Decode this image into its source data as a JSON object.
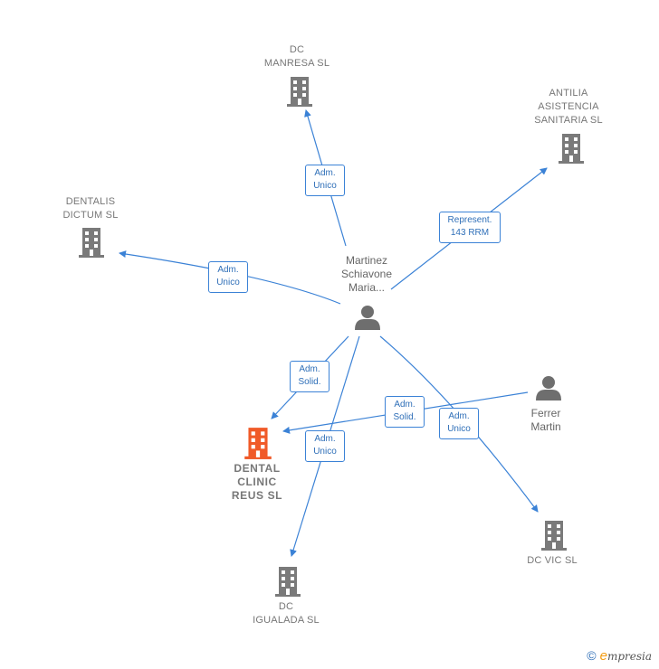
{
  "nodes": {
    "dc_manresa": {
      "label": "DC\nMANRESA  SL",
      "type": "company"
    },
    "antilia": {
      "label": "ANTILIA\nASISTENCIA\nSANITARIA  SL",
      "type": "company"
    },
    "dentalis": {
      "label": "DENTALIS\nDICTUM  SL",
      "type": "company"
    },
    "martinez": {
      "label": "Martinez\nSchiavone\nMaria...",
      "type": "person"
    },
    "ferrer": {
      "label": "Ferrer\nMartin",
      "type": "person"
    },
    "dental_clinic": {
      "label": "DENTAL\nCLINIC\nREUS  SL",
      "type": "company-focus"
    },
    "dc_vic": {
      "label": "DC VIC  SL",
      "type": "company"
    },
    "dc_igualada": {
      "label": "DC\nIGUALADA  SL",
      "type": "company"
    }
  },
  "edges": [
    {
      "id": "e1",
      "label": "Adm.\nUnico"
    },
    {
      "id": "e2",
      "label": "Represent.\n143 RRM"
    },
    {
      "id": "e3",
      "label": "Adm.\nUnico"
    },
    {
      "id": "e4",
      "label": "Adm.\nSolid."
    },
    {
      "id": "e5",
      "label": "Adm.\nSolid."
    },
    {
      "id": "e6",
      "label": "Adm.\nUnico"
    },
    {
      "id": "e7",
      "label": "Adm.\nUnico"
    }
  ],
  "footer": {
    "copyright": "©",
    "brand_e": "e",
    "brand_rest": "mpresia"
  },
  "colors": {
    "edge": "#3b82d6",
    "building": "#7a7a7a",
    "focus": "#f05a28",
    "person": "#6e6e6e"
  }
}
